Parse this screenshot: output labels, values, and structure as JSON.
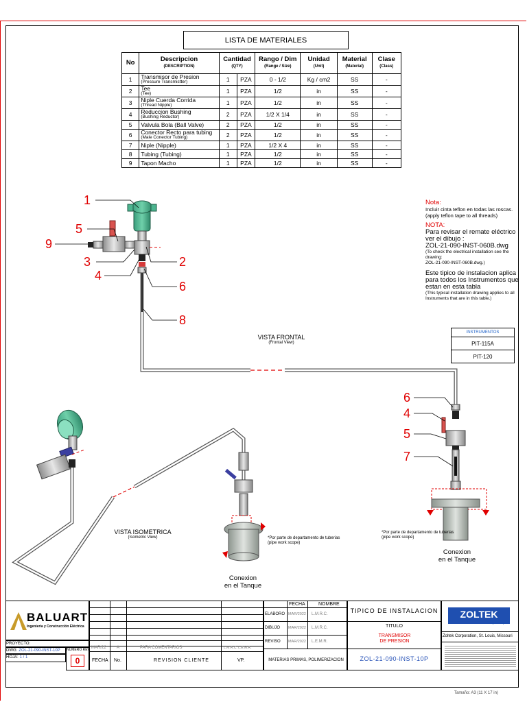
{
  "bom": {
    "title": "LISTA DE MATERIALES",
    "headers": [
      {
        "es": "No",
        "en": ""
      },
      {
        "es": "Descripcion",
        "en": "(DESCRIPTION)"
      },
      {
        "es": "Cantidad",
        "en": "(QTY)"
      },
      {
        "es": "Rango / Dim",
        "en": "(Range / Size)"
      },
      {
        "es": "Unidad",
        "en": "(Unit)"
      },
      {
        "es": "Material",
        "en": "(Material)"
      },
      {
        "es": "Clase",
        "en": "(Class)"
      }
    ],
    "rows": [
      {
        "no": "1",
        "desc": "Transmisor de Presion",
        "desc_en": "(Pressure Transmistter)",
        "qty": "1",
        "uom": "PZA",
        "range": "0 - 1/2",
        "unit": "Kg / cm2",
        "material": "SS",
        "clase": "-"
      },
      {
        "no": "2",
        "desc": "Tee",
        "desc_en": "(Tee)",
        "qty": "1",
        "uom": "PZA",
        "range": "1/2",
        "unit": "in",
        "material": "SS",
        "clase": "-"
      },
      {
        "no": "3",
        "desc": "Niple Cuerda Corrida",
        "desc_en": "(Thread Nipple)",
        "qty": "1",
        "uom": "PZA",
        "range": "1/2",
        "unit": "in",
        "material": "SS",
        "clase": "-"
      },
      {
        "no": "4",
        "desc": "Reduccion Bushing",
        "desc_en": "(Bushing Reductor)",
        "qty": "2",
        "uom": "PZA",
        "range": "1/2 X 1/4",
        "unit": "in",
        "material": "SS",
        "clase": "-"
      },
      {
        "no": "5",
        "desc": "Valvula Bola (Ball Valve)",
        "desc_en": "",
        "qty": "2",
        "uom": "PZA",
        "range": "1/2",
        "unit": "in",
        "material": "SS",
        "clase": "-"
      },
      {
        "no": "6",
        "desc": "Conector Recto para tubing",
        "desc_en": "(Male Conector Tubing)",
        "qty": "2",
        "uom": "PZA",
        "range": "1/2",
        "unit": "in",
        "material": "SS",
        "clase": "-"
      },
      {
        "no": "7",
        "desc": "Niple (Nipple)",
        "desc_en": "",
        "qty": "1",
        "uom": "PZA",
        "range": "1/2 X 4",
        "unit": "in",
        "material": "SS",
        "clase": "-"
      },
      {
        "no": "8",
        "desc": "Tubing (Tubing)",
        "desc_en": "",
        "qty": "1",
        "uom": "PZA",
        "range": "1/2",
        "unit": "in",
        "material": "SS",
        "clase": "-"
      },
      {
        "no": "9",
        "desc": "Tapon Macho",
        "desc_en": "",
        "qty": "1",
        "uom": "PZA",
        "range": "1/2",
        "unit": "in",
        "material": "SS",
        "clase": "-"
      }
    ]
  },
  "notes": {
    "nota1_title": "Nota:",
    "nota1_es": "Incluir cinta teflon en todas las roscas.",
    "nota1_en": "(apply teflon tape to all threads)",
    "nota2_title": "NOTA:",
    "nota2_es": "Para revisar el remate eléctrico ver el dibujo :",
    "nota2_dwg": "ZOL-21-090-INST-060B.dwg",
    "nota2_en": "(To check the electrical installation see the drawing:",
    "nota2_en_dwg": "ZOL-21-090-INST-060B.dwg.)",
    "nota3_es": "Este tipico de instalacion aplica para todos los Instrumentos que estan en esta tabla",
    "nota3_en": "(This typical installation drawing applies to all Instruments that are in this table.)"
  },
  "instruments": {
    "header": "INSTRUMENTOS",
    "items": [
      "PIT-115A",
      "PIT-120"
    ]
  },
  "views": {
    "frontal": "VISTA FRONTAL",
    "frontal_en": "(Frontal View)",
    "iso": "VISTA ISOMETRICA",
    "iso_en": "(Isometric View)"
  },
  "callouts": {
    "c1": "1",
    "c2": "2",
    "c3": "3",
    "c4": "4",
    "c5": "5",
    "c6": "6",
    "c8": "8",
    "c9": "9",
    "r6": "6",
    "r4": "4",
    "r5": "5",
    "r7": "7"
  },
  "tank": {
    "conexion": "Conexion",
    "en_tanque": "en el Tanque",
    "scope_es": "*Por parte de departamento de tuberias",
    "scope_en": "(pipe work scope)"
  },
  "titleblock": {
    "company": "BALUARTE",
    "company_sub": "Ingeniería y Construcción Eléctrica",
    "fecha": "FECHA",
    "nombre": "NOMBRE",
    "elaboro": "ELABORO",
    "elaboro_fecha": "MAR/2022",
    "elaboro_nombre": "L.M.R.C.",
    "dibujo": "DIBUJO",
    "dibujo_fecha": "MAR/2022",
    "dibujo_nombre": "L.M.R.C.",
    "reviso": "REVISO",
    "reviso_fecha": "MAR/2022",
    "reviso_nombre": "L.E.M.R.",
    "tipico": "TIPICO DE INSTALACION",
    "titulo": "TITULO",
    "titulo_val": "TRANSMISOR DE PRESION",
    "dwg_no": "ZOL-21-090-INST-10P",
    "client": "ZOLTEK",
    "client_group": "Toray Group",
    "client_addr": "Zoltek Corporation, St. Louis, Missouri",
    "proyecto_lbl": "PROYECTO:",
    "dwg_lbl": "DWG:",
    "dwg_small": "ZOL-21-090-INST-10P",
    "hoja_lbl": "HOJA:",
    "hoja_val": "1 / 1",
    "rev_lbl": "NUMERO REV.",
    "rev_val": "0",
    "rev_fecha": "MAR/22",
    "rev_letter": "A",
    "rev_desc": "PARA COMENTARIOS",
    "rev_by": "L.M.R.C. L.E.M.R.",
    "col_fecha": "FECHA",
    "col_no": "No.",
    "col_rev": "REVISION CLIENTE",
    "col_vp": "VP.",
    "col_mp": "MATERIAS PRIMAS, POLIMERIZACION",
    "tamano": "Tamaño: A3 (11 X 17 in)"
  }
}
